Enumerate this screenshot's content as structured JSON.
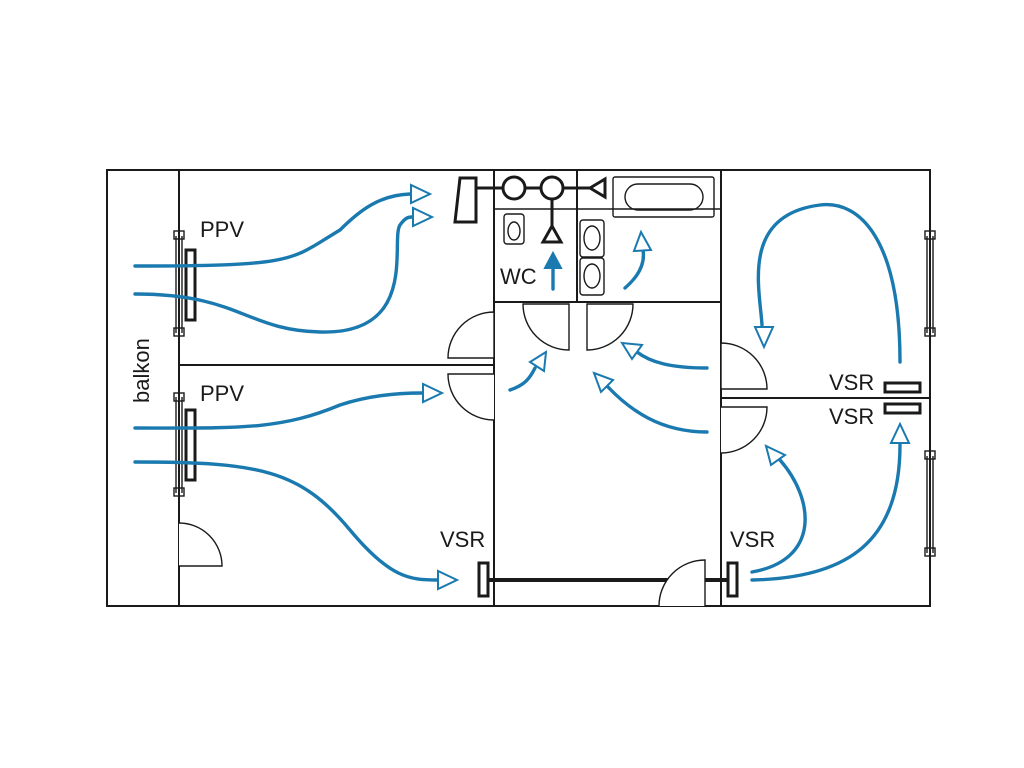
{
  "labels": {
    "ppv_top": "PPV",
    "ppv_bottom": "PPV",
    "balkon": "balkon",
    "wc": "WC",
    "vsr_center": "VSR",
    "vsr_right": "VSR",
    "vsr_right_top": "VSR",
    "vsr_right_mid": "VSR"
  },
  "colors": {
    "airflow": "#1a7ab0",
    "walls": "#1a1a1a",
    "background": "#ffffff"
  }
}
